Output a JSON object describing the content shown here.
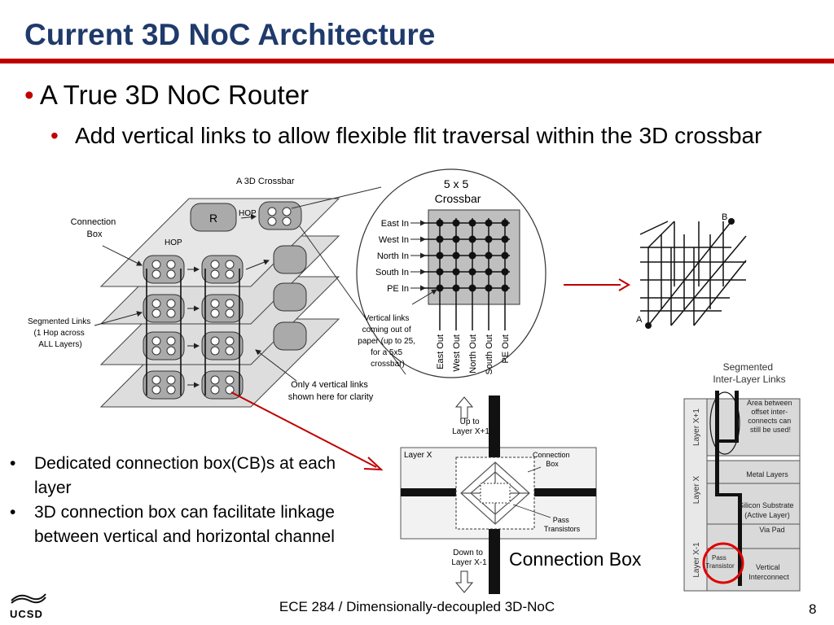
{
  "slide": {
    "title": "Current 3D NoC Architecture",
    "bullet_l1": "A True 3D NoC Router",
    "bullet_l2": "Add vertical links to allow flexible flit traversal within the 3D crossbar",
    "bullet_glyph": "•",
    "notes": [
      "Dedicated connection box(CB)s at each layer",
      "3D connection box can facilitate linkage between vertical and horizontal channel"
    ],
    "connection_box_caption": "Connection Box",
    "footer": "ECE 284 / Dimensionally-decoupled 3D-NoC",
    "page_number": "8",
    "logo_text": "UCSD"
  },
  "crossbar_figure": {
    "title": "A 3D Crossbar",
    "router_label": "R",
    "hop_label": "HOP",
    "connection_box_label": [
      "Connection",
      "Box"
    ],
    "segmented_links_label": [
      "Segmented Links",
      "(1 Hop across",
      "ALL Layers)"
    ],
    "vertical_links_note": [
      "Only 4 vertical links",
      "shown here for clarity"
    ],
    "crossbar_title": [
      "5 x 5",
      "Crossbar"
    ],
    "inputs": [
      "East In",
      "West In",
      "North In",
      "South In",
      "PE In"
    ],
    "outputs": [
      "East Out",
      "West Out",
      "North Out",
      "South Out",
      "PE Out"
    ],
    "vertical_links_bubble": [
      "Vertical links",
      "coming out of",
      "paper (up to 25,",
      "for a 5x5",
      "crossbar)"
    ]
  },
  "cube_figure": {
    "point_a": "A",
    "point_b": "B"
  },
  "connection_box_figure": {
    "layer_label": "Layer X",
    "up_label": [
      "Up to",
      "Layer X+1"
    ],
    "down_label": [
      "Down to",
      "Layer X-1"
    ],
    "cb_label": [
      "Connection",
      "Box"
    ],
    "pass_label": [
      "Pass",
      "Transistors"
    ]
  },
  "segmented_figure": {
    "title": [
      "Segmented",
      "Inter-Layer Links"
    ],
    "layers": [
      "Layer X+1",
      "Layer X",
      "Layer X-1"
    ],
    "annotations": {
      "area": [
        "Area between",
        "offset inter-",
        "connects can",
        "still be used!"
      ],
      "metal": "Metal Layers",
      "silicon": [
        "Silicon Substrate",
        "(Active Layer)"
      ],
      "via": "Via Pad",
      "pass": [
        "Pass",
        "Transistor"
      ],
      "vertical": [
        "Vertical",
        "Interconnect"
      ]
    }
  },
  "colors": {
    "title": "#1f3a6b",
    "accent": "#c00000",
    "highlight_circle": "#e00000"
  }
}
